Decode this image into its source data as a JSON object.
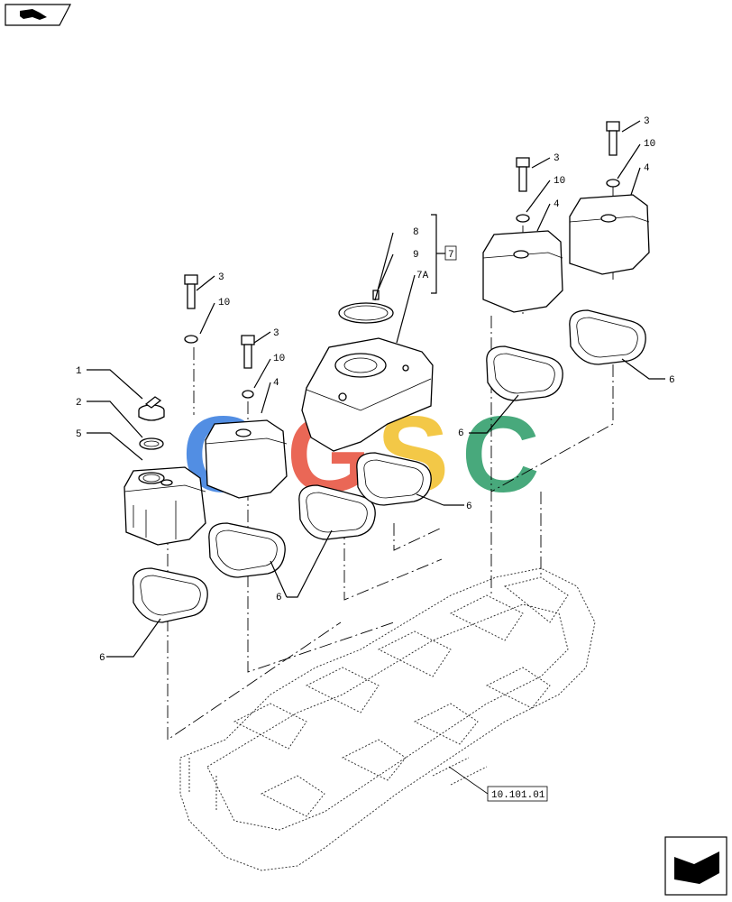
{
  "diagram_title": "Rocker cover / valve cover assembly",
  "reference_box": "10.101.01",
  "bracket_box": "7",
  "watermark": [
    "C",
    "G",
    "S",
    "C"
  ],
  "watermark_colors": [
    "#3b7fe0",
    "#e8533f",
    "#f2c12e",
    "#2f9e6a"
  ],
  "callouts": {
    "c1": "1",
    "c2": "2",
    "c5": "5",
    "c3a": "3",
    "c10a": "10",
    "c3b": "3",
    "c10b": "10",
    "c4b": "4",
    "c8": "8",
    "c9": "9",
    "c7a": "7A",
    "c3c": "3",
    "c10c": "10",
    "c4c": "4",
    "c3d": "3",
    "c10d": "10",
    "c4d": "4",
    "c6a": "6",
    "c6b": "6",
    "c6c": "6",
    "c6d": "6",
    "c6e": "6"
  }
}
